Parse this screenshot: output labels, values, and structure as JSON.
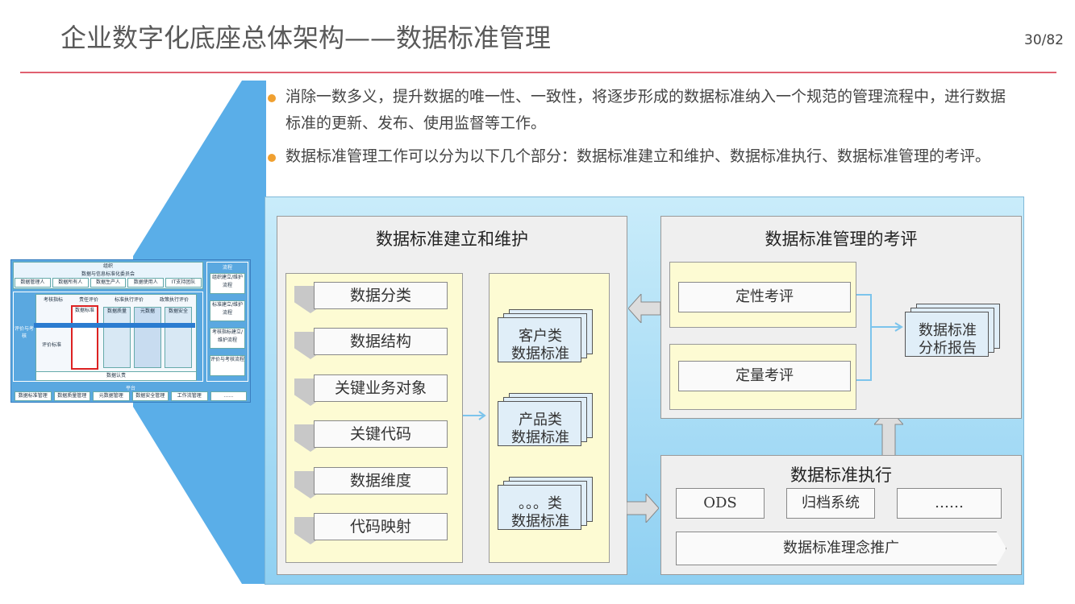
{
  "header": {
    "title": "企业数字化底座总体架构——数据标准管理",
    "page": "30/82"
  },
  "bullets": [
    "消除一数多义，提升数据的唯一性、一致性，将逐步形成的数据标准纳入一个规范的管理流程中，进行数据标准的更新、发布、使用监督等工作。",
    "数据标准管理工作可以分为以下几个部分：数据标准建立和维护、数据标准执行、数据标准管理的考评。"
  ],
  "diagram": {
    "build": {
      "title": "数据标准建立和维护",
      "items": [
        "数据分类",
        "数据结构",
        "关键业务对象",
        "关键代码",
        "数据维度",
        "代码映射"
      ],
      "docs": [
        [
          "客户类",
          "数据标准"
        ],
        [
          "产品类",
          "数据标准"
        ],
        [
          "。。。类",
          "数据标准"
        ]
      ]
    },
    "eval": {
      "title": "数据标准管理的考评",
      "items": [
        "定性考评",
        "定量考评"
      ],
      "report": [
        "数据标准",
        "分析报告"
      ]
    },
    "exec": {
      "title": "数据标准执行",
      "items": [
        "ODS",
        "归档系统",
        "……"
      ],
      "promo": "数据标准理念推广"
    }
  },
  "thumb": {
    "org": "组织",
    "committee": "数据与信息标准化委员会",
    "roles": [
      "数据管理人",
      "数据所有人",
      "数据生产人",
      "数据使用人",
      "IT支持团队"
    ],
    "flow_title": "流程",
    "flows": [
      "组织建立/维护流程",
      "标准建立/维护流程",
      "考核指标建立/维护流程",
      "评价与考核流程"
    ],
    "eval_label": "评价与考核",
    "eval_cols": [
      "考核指标",
      "责任评价",
      "标准执行评价",
      "政策执行评价"
    ],
    "domains": [
      "数据标准",
      "数据质量",
      "元数据",
      "数据安全"
    ],
    "criteria": "评价标准",
    "accountability": "数据认责",
    "platform": "平台",
    "tools": [
      "数据标准管理",
      "数据质量管理",
      "元数据管理",
      "数据安全管理",
      "工作流管理",
      "……"
    ]
  }
}
